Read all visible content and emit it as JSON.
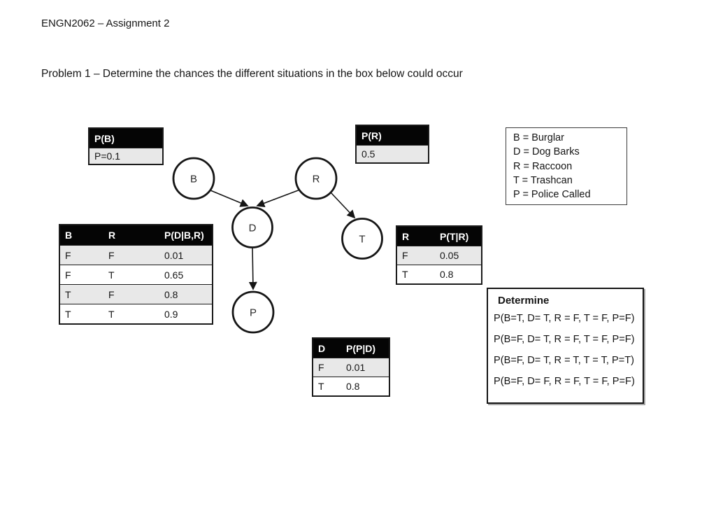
{
  "page": {
    "title": "ENGN2062 – Assignment 2",
    "problem": "Problem 1 – Determine the chances the different situations in the box below could occur"
  },
  "network": {
    "nodes": [
      {
        "id": "B",
        "label": "B"
      },
      {
        "id": "R",
        "label": "R"
      },
      {
        "id": "D",
        "label": "D"
      },
      {
        "id": "T",
        "label": "T"
      },
      {
        "id": "P",
        "label": "P"
      }
    ],
    "edges": [
      "B→D",
      "R→D",
      "R→T",
      "D→P"
    ]
  },
  "tables": {
    "pb": {
      "header": "P(B)",
      "rows": [
        [
          "P=0.1"
        ]
      ]
    },
    "pr": {
      "header": "P(R)",
      "rows": [
        [
          "0.5"
        ]
      ]
    },
    "pdbr": {
      "headers": [
        "B",
        "R",
        "P(D|B,R)"
      ],
      "rows": [
        [
          "F",
          "F",
          "0.01"
        ],
        [
          "F",
          "T",
          "0.65"
        ],
        [
          "T",
          "F",
          "0.8"
        ],
        [
          "T",
          "T",
          "0.9"
        ]
      ]
    },
    "ptr": {
      "headers": [
        "R",
        "P(T|R)"
      ],
      "rows": [
        [
          "F",
          "0.05"
        ],
        [
          "T",
          "0.8"
        ]
      ]
    },
    "ppd": {
      "headers": [
        "D",
        "P(P|D)"
      ],
      "rows": [
        [
          "F",
          "0.01"
        ],
        [
          "T",
          "0.8"
        ]
      ]
    }
  },
  "legend": {
    "items": [
      "B = Burglar",
      "D = Dog Barks",
      "R = Raccoon",
      "T = Trashcan",
      "P = Police Called"
    ]
  },
  "determine": {
    "title": "Determine",
    "lines": [
      "P(B=T, D= T, R = F, T = F, P=F)",
      "P(B=F, D= T, R = F, T = F, P=F)",
      "P(B=F, D= T, R = T, T = T, P=T)",
      "P(B=F, D= F, R = F, T = F, P=F)"
    ]
  },
  "colors": {
    "table_header_bg": "#050505",
    "table_header_text": "#ffffff",
    "row_shaded": "#e8e8e8",
    "row_plain": "#ffffff",
    "border": "#1c1c1c"
  }
}
